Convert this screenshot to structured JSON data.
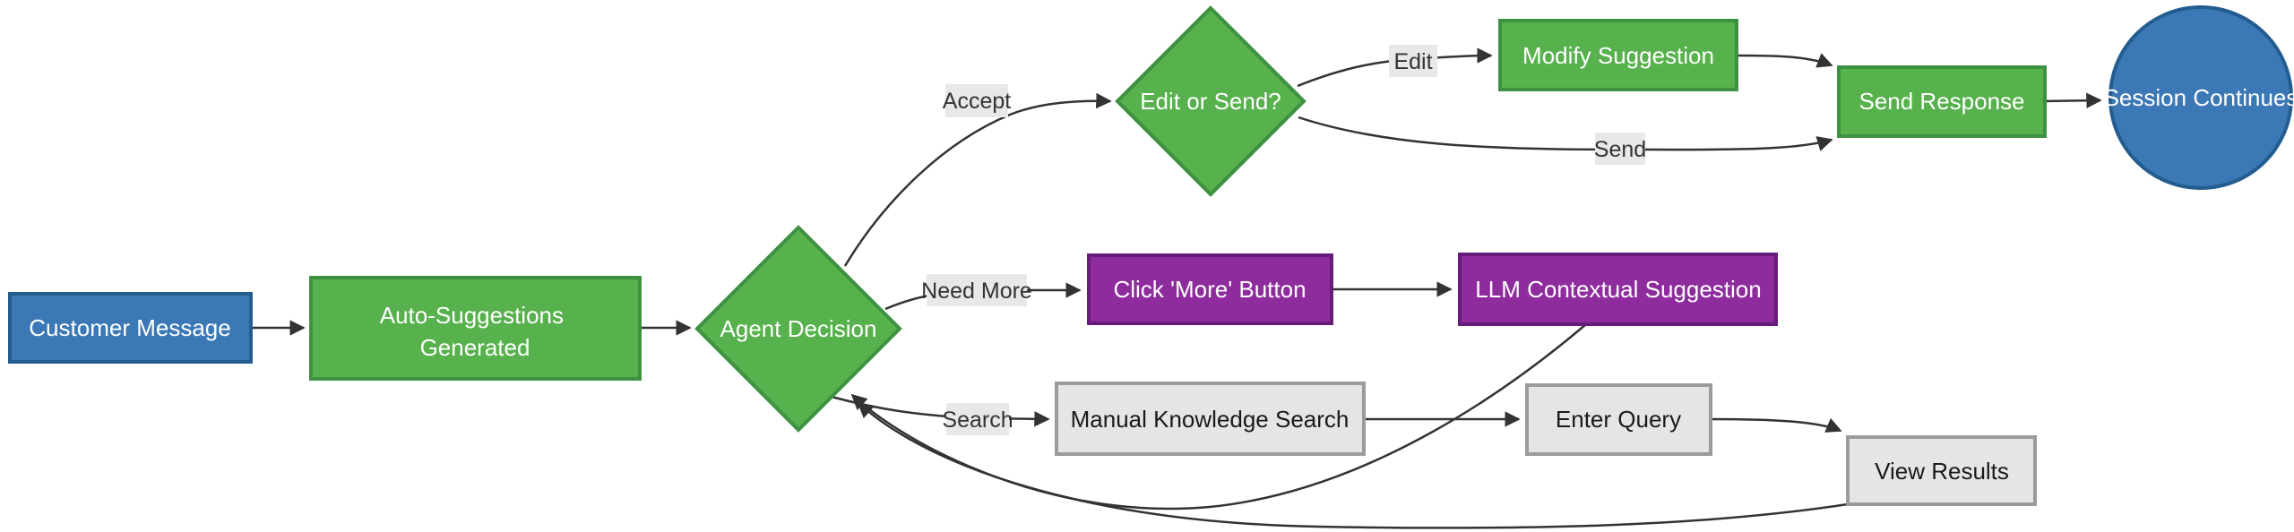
{
  "diagram": {
    "type": "flowchart",
    "direction": "left-to-right",
    "nodes": {
      "customer_message": {
        "label": "Customer Message",
        "shape": "rectangle",
        "color": "#3b78b5"
      },
      "auto_suggestions_generated": {
        "label": "Auto-Suggestions Generated",
        "line1": "Auto-Suggestions",
        "line2": "Generated",
        "shape": "rectangle",
        "color": "#57b14c"
      },
      "agent_decision": {
        "label": "Agent Decision",
        "shape": "diamond",
        "color": "#57b14c"
      },
      "edit_or_send": {
        "label": "Edit or Send?",
        "shape": "diamond",
        "color": "#57b14c"
      },
      "modify_suggestion": {
        "label": "Modify Suggestion",
        "shape": "rectangle",
        "color": "#57b14c"
      },
      "send_response": {
        "label": "Send Response",
        "shape": "rectangle",
        "color": "#57b14c"
      },
      "session_continues": {
        "label": "Session Continues",
        "shape": "circle",
        "color": "#3b78b5"
      },
      "click_more_button": {
        "label": "Click 'More' Button",
        "shape": "rectangle",
        "color": "#8e2c9e"
      },
      "llm_contextual_suggestion": {
        "label": "LLM Contextual Suggestion",
        "shape": "rectangle",
        "color": "#8e2c9e"
      },
      "manual_knowledge_search": {
        "label": "Manual Knowledge Search",
        "shape": "rectangle",
        "color": "#e5e5e5"
      },
      "enter_query": {
        "label": "Enter Query",
        "shape": "rectangle",
        "color": "#e5e5e5"
      },
      "view_results": {
        "label": "View Results",
        "shape": "rectangle",
        "color": "#e5e5e5"
      }
    },
    "edges": [
      {
        "from": "customer_message",
        "to": "auto_suggestions_generated",
        "label": ""
      },
      {
        "from": "auto_suggestions_generated",
        "to": "agent_decision",
        "label": ""
      },
      {
        "from": "agent_decision",
        "to": "edit_or_send",
        "label": "Accept"
      },
      {
        "from": "edit_or_send",
        "to": "modify_suggestion",
        "label": "Edit"
      },
      {
        "from": "modify_suggestion",
        "to": "send_response",
        "label": ""
      },
      {
        "from": "edit_or_send",
        "to": "send_response",
        "label": "Send"
      },
      {
        "from": "send_response",
        "to": "session_continues",
        "label": ""
      },
      {
        "from": "agent_decision",
        "to": "click_more_button",
        "label": "Need More"
      },
      {
        "from": "click_more_button",
        "to": "llm_contextual_suggestion",
        "label": ""
      },
      {
        "from": "llm_contextual_suggestion",
        "to": "agent_decision",
        "label": ""
      },
      {
        "from": "agent_decision",
        "to": "manual_knowledge_search",
        "label": "Search"
      },
      {
        "from": "manual_knowledge_search",
        "to": "enter_query",
        "label": ""
      },
      {
        "from": "enter_query",
        "to": "view_results",
        "label": ""
      },
      {
        "from": "view_results",
        "to": "agent_decision",
        "label": ""
      }
    ],
    "colors": {
      "node_blue_fill": "#3b78b5",
      "node_blue_border": "#235d8f",
      "node_green_fill": "#57b14c",
      "node_green_border": "#3e9140",
      "node_purple_fill": "#8e2c9e",
      "node_purple_border": "#671c7b",
      "node_gray_fill": "#e5e5e5",
      "node_gray_border": "#9b9b9b",
      "edge_stroke": "#333333",
      "edge_label_background": "#e8e8e8"
    }
  }
}
